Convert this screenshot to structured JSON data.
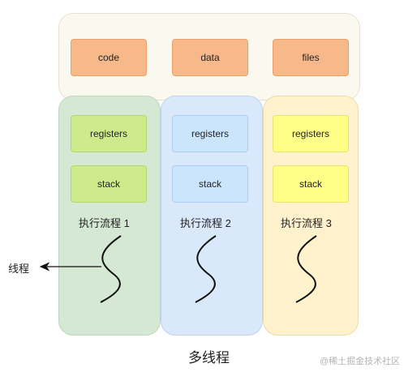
{
  "shared": {
    "code": "code",
    "data": "data",
    "files": "files"
  },
  "threads": [
    {
      "registers": "registers",
      "stack": "stack",
      "flow": "执行流程 1"
    },
    {
      "registers": "registers",
      "stack": "stack",
      "flow": "执行流程 2"
    },
    {
      "registers": "registers",
      "stack": "stack",
      "flow": "执行流程 3"
    }
  ],
  "thread_label": "线程",
  "caption": "多线程",
  "watermark": "@稀土掘金技术社区",
  "colors": {
    "shared_bg": "#fbf8f0",
    "thread1_bg": "#d5e8d4",
    "thread2_bg": "#dae8fc",
    "thread3_bg": "#fff2cc",
    "orange_box": "#f8b98a",
    "green_box": "#cdeb8b",
    "blue_box": "#cce5ff",
    "yellow_box": "#ffff88"
  }
}
